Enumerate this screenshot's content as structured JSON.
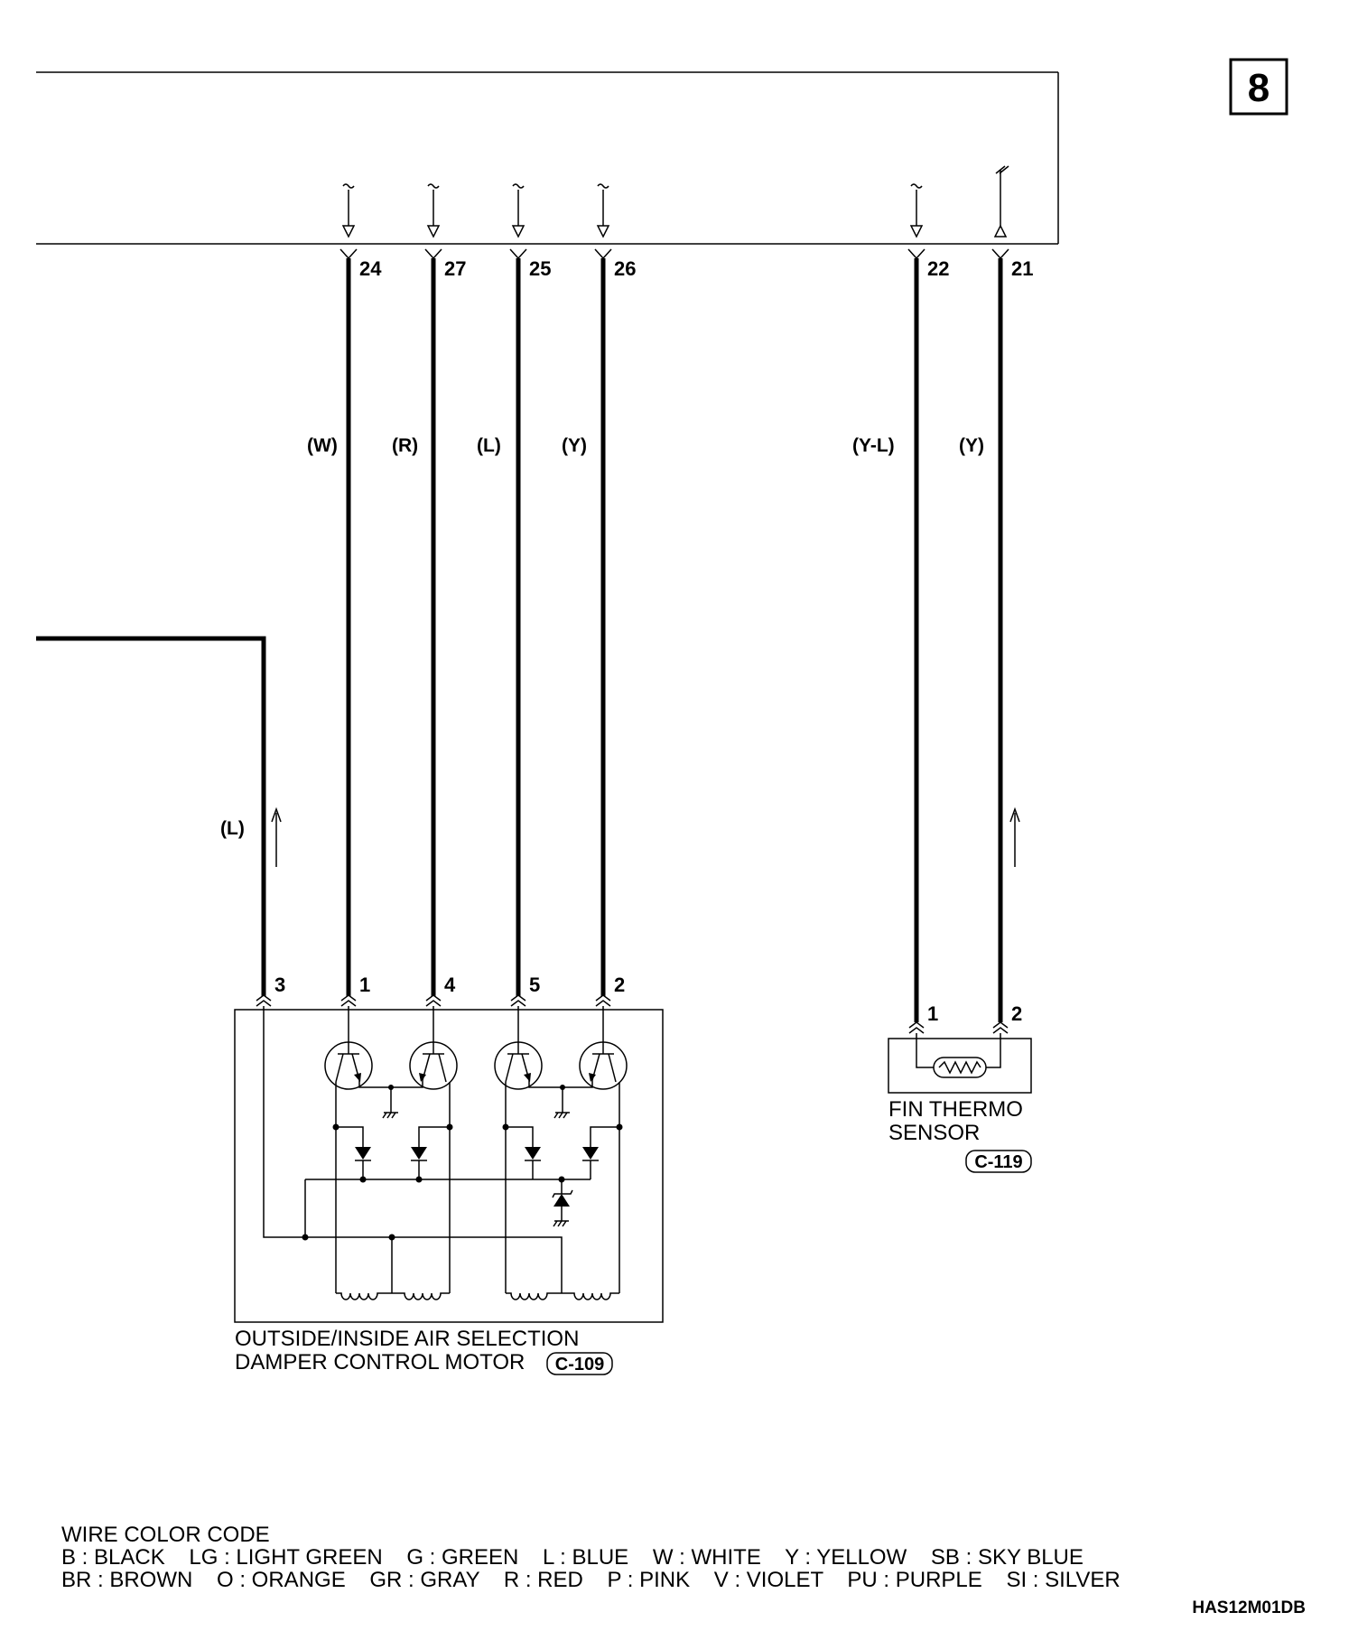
{
  "page_number": "8",
  "top_pins": [
    "24",
    "27",
    "25",
    "26",
    "22",
    "21"
  ],
  "wire_colors": {
    "w24": "(W)",
    "w27": "(R)",
    "w25": "(L)",
    "w26": "(Y)",
    "w22": "(Y-L)",
    "w21": "(Y)",
    "w3": "(L)"
  },
  "motor": {
    "pins": [
      "3",
      "1",
      "4",
      "5",
      "2"
    ],
    "name_line1": "OUTSIDE/INSIDE AIR SELECTION",
    "name_line2": "DAMPER CONTROL MOTOR",
    "connector": "C-109"
  },
  "sensor": {
    "pins": [
      "1",
      "2"
    ],
    "name_line1": "FIN THERMO",
    "name_line2": "SENSOR",
    "connector": "C-119"
  },
  "legend": {
    "title": "WIRE COLOR CODE",
    "row1": "B : BLACK    LG : LIGHT GREEN    G : GREEN    L : BLUE    W : WHITE    Y : YELLOW    SB : SKY BLUE",
    "row2": "BR : BROWN    O : ORANGE    GR : GRAY    R : RED    P : PINK    V : VIOLET    PU : PURPLE    SI : SILVER"
  },
  "diagram_code": "HAS12M01DB"
}
